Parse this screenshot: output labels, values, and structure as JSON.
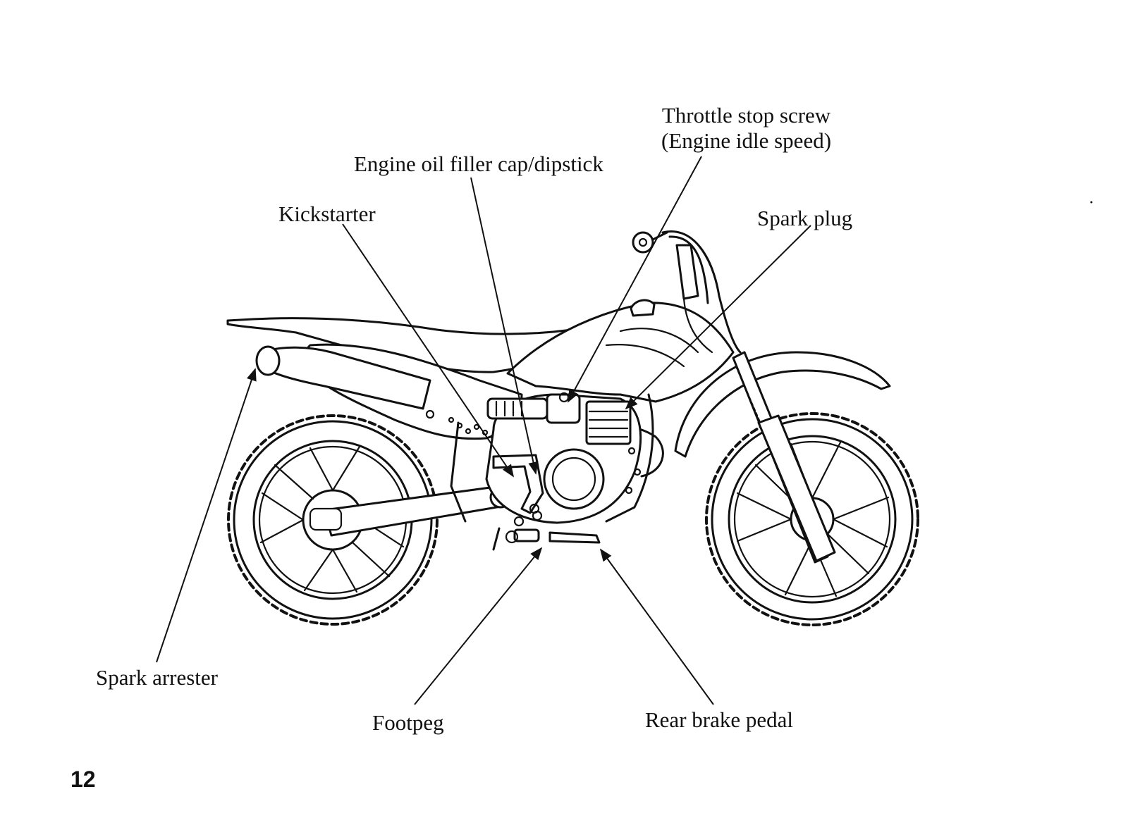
{
  "labels": {
    "throttle_line1": "Throttle stop screw",
    "throttle_line2": "(Engine idle speed)",
    "oil_filler": "Engine oil filler cap/dipstick",
    "kickstarter": "Kickstarter",
    "spark_plug": "Spark plug",
    "spark_arrester": "Spark arrester",
    "footpeg": "Footpeg",
    "rear_brake_pedal": "Rear brake pedal"
  },
  "page_number": "12"
}
